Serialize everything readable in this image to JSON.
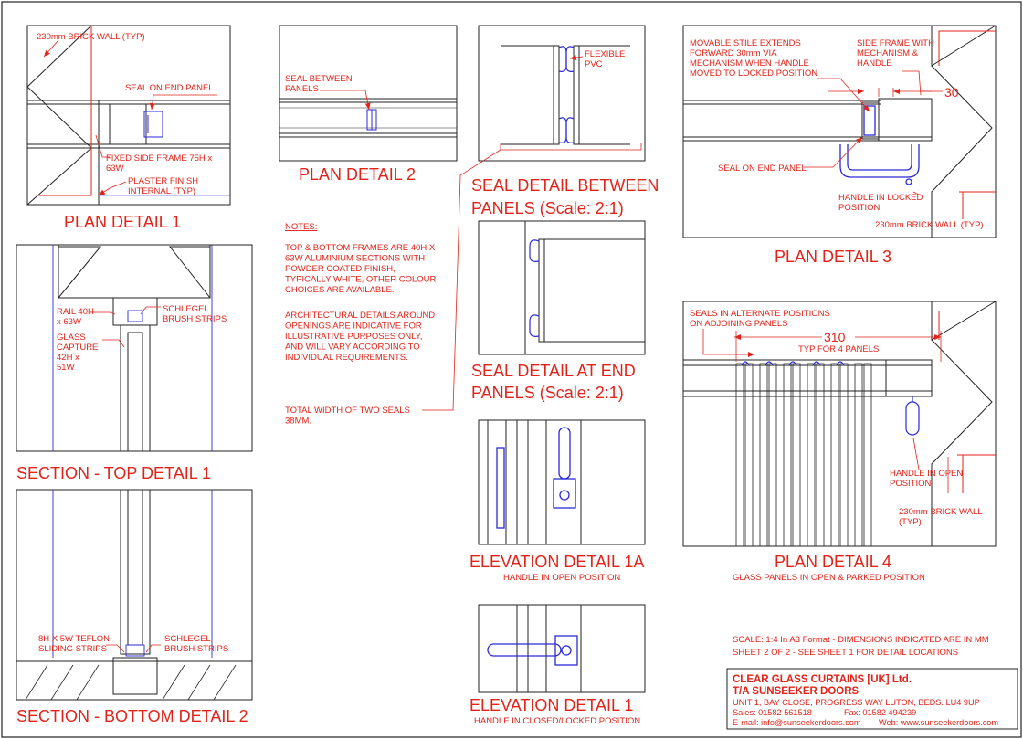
{
  "colors": {
    "annotation": "#e2231a",
    "linework": "#222222",
    "hardware": "#2a2ad6",
    "background": "#ffffff"
  },
  "plan1": {
    "title": "PLAN DETAIL 1",
    "wall": "230mm BRICK WALL (TYP)",
    "seal": "SEAL ON END PANEL",
    "frame": [
      "FIXED SIDE FRAME 75H x",
      "63W"
    ],
    "plaster": [
      "PLASTER FINISH",
      "INTERNAL (TYP)"
    ]
  },
  "plan2": {
    "title": "PLAN DETAIL 2",
    "seal": [
      "SEAL BETWEEN",
      "PANELS"
    ]
  },
  "seal_between": {
    "title": [
      "SEAL DETAIL BETWEEN",
      "PANELS (Scale: 2:1)"
    ],
    "flex": [
      "FLEXIBLE",
      "PVC"
    ]
  },
  "seal_end": {
    "title": [
      "SEAL DETAIL AT END",
      "PANELS (Scale: 2:1)"
    ]
  },
  "plan3": {
    "title": "PLAN DETAIL 3",
    "stile": [
      "MOVABLE STILE EXTENDS",
      "FORWARD 30mm VIA",
      "MECHANISM WHEN HANDLE",
      "MOVED TO LOCKED POSITION"
    ],
    "side": [
      "SIDE FRAME WITH",
      "MECHANISM &",
      "HANDLE"
    ],
    "dim": "30",
    "seal": "SEAL ON END PANEL",
    "handle": [
      "HANDLE IN LOCKED",
      "POSITION"
    ],
    "wall": "230mm BRICK WALL (TYP)"
  },
  "plan4": {
    "title": "PLAN DETAIL 4",
    "subtitle": "GLASS PANELS IN OPEN & PARKED POSITION",
    "seals": [
      "SEALS IN ALTERNATE POSITIONS",
      "ON ADJOINING PANELS"
    ],
    "dim": "310",
    "typ": "TYP FOR 4 PANELS",
    "handle": [
      "HANDLE IN OPEN",
      "POSITION"
    ],
    "wall": [
      "230mm BRICK WALL",
      "(TYP)"
    ]
  },
  "notes": {
    "heading": "NOTES:",
    "p1": [
      "TOP & BOTTOM FRAMES ARE 40H X",
      "63W ALUMINIUM SECTIONS WITH",
      "POWDER COATED FINISH,",
      "TYPICALLY WHITE, OTHER COLOUR",
      "CHOICES ARE AVAILABLE."
    ],
    "p2": [
      "ARCHITECTURAL DETAILS AROUND",
      "OPENINGS ARE INDICATIVE FOR",
      "ILLUSTRATIVE PURPOSES ONLY,",
      "AND WILL VARY ACCORDING TO",
      "INDIVIDUAL REQUIREMENTS."
    ],
    "p3": [
      "TOTAL WIDTH OF TWO SEALS",
      "38MM."
    ]
  },
  "section_top": {
    "title": "SECTION - TOP DETAIL 1",
    "rail": [
      "RAIL  40H",
      "x 63W"
    ],
    "glass": [
      "GLASS",
      "CAPTURE",
      "42H x",
      "51W"
    ],
    "brush": [
      "SCHLEGEL",
      "BRUSH STRIPS"
    ]
  },
  "section_bottom": {
    "title": "SECTION - BOTTOM DETAIL 2",
    "teflon": [
      "8H X 5W TEFLON",
      "SLIDING STRIPS"
    ],
    "brush": [
      "SCHLEGEL",
      "BRUSH STRIPS"
    ]
  },
  "elev1a": {
    "title": "ELEVATION DETAIL 1A",
    "subtitle": "HANDLE IN OPEN POSITION"
  },
  "elev1": {
    "title": "ELEVATION DETAIL 1",
    "subtitle": "HANDLE IN CLOSED/LOCKED POSITION"
  },
  "scale": {
    "line1": "SCALE: 1:4 In A3 Format  - DIMENSIONS INDICATED ARE IN MM",
    "line2": "SHEET 2 OF 2 - SEE SHEET 1 FOR DETAIL LOCATIONS"
  },
  "title_block": {
    "company": "CLEAR GLASS CURTAINS [UK] Ltd.",
    "trading": "T/A SUNSEEKER DOORS",
    "address": "UNIT 1, BAY CLOSE, PROGRESS WAY LUTON, BEDS. LU4 9UP",
    "sales": "Sales: 01582 561518",
    "fax": "Fax: 01582 494239",
    "email": "E-mail: info@sunseekerdoors.com",
    "web": "Web: www.sunseekerdoors.com"
  }
}
